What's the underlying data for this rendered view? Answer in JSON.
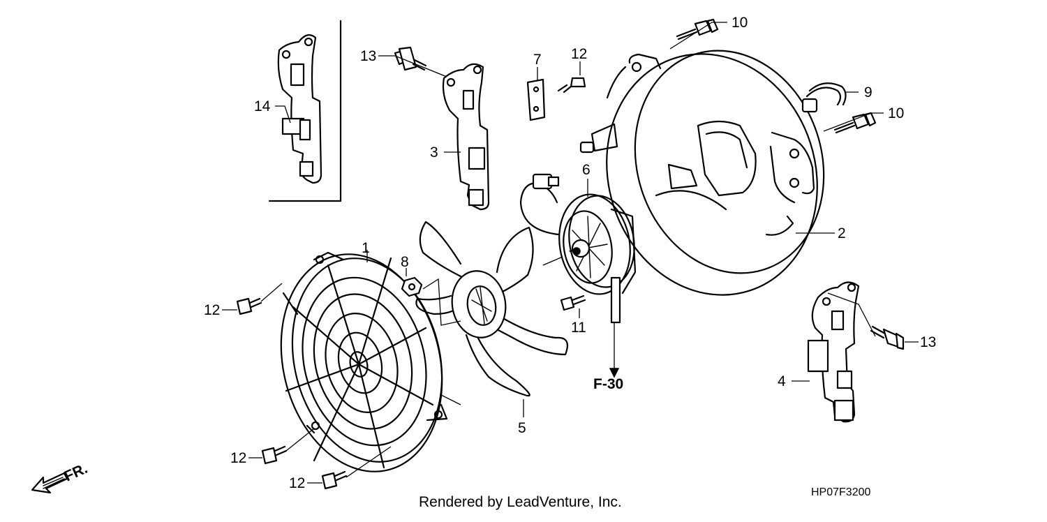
{
  "callouts": [
    {
      "id": "c1",
      "label": "1"
    },
    {
      "id": "c2",
      "label": "2"
    },
    {
      "id": "c3",
      "label": "3"
    },
    {
      "id": "c4",
      "label": "4"
    },
    {
      "id": "c5",
      "label": "5"
    },
    {
      "id": "c6",
      "label": "6"
    },
    {
      "id": "c7",
      "label": "7"
    },
    {
      "id": "c8",
      "label": "8"
    },
    {
      "id": "c9",
      "label": "9"
    },
    {
      "id": "c10a",
      "label": "10"
    },
    {
      "id": "c10b",
      "label": "10"
    },
    {
      "id": "c11",
      "label": "11"
    },
    {
      "id": "c12a",
      "label": "12"
    },
    {
      "id": "c12b",
      "label": "12"
    },
    {
      "id": "c12c",
      "label": "12"
    },
    {
      "id": "c12d",
      "label": "12"
    },
    {
      "id": "c13a",
      "label": "13"
    },
    {
      "id": "c13b",
      "label": "13"
    },
    {
      "id": "c14",
      "label": "14"
    }
  ],
  "reference": "F-30",
  "direction_label": "FR.",
  "diagram_code": "HP07F3200",
  "credit": "Rendered by LeadVenture, Inc."
}
